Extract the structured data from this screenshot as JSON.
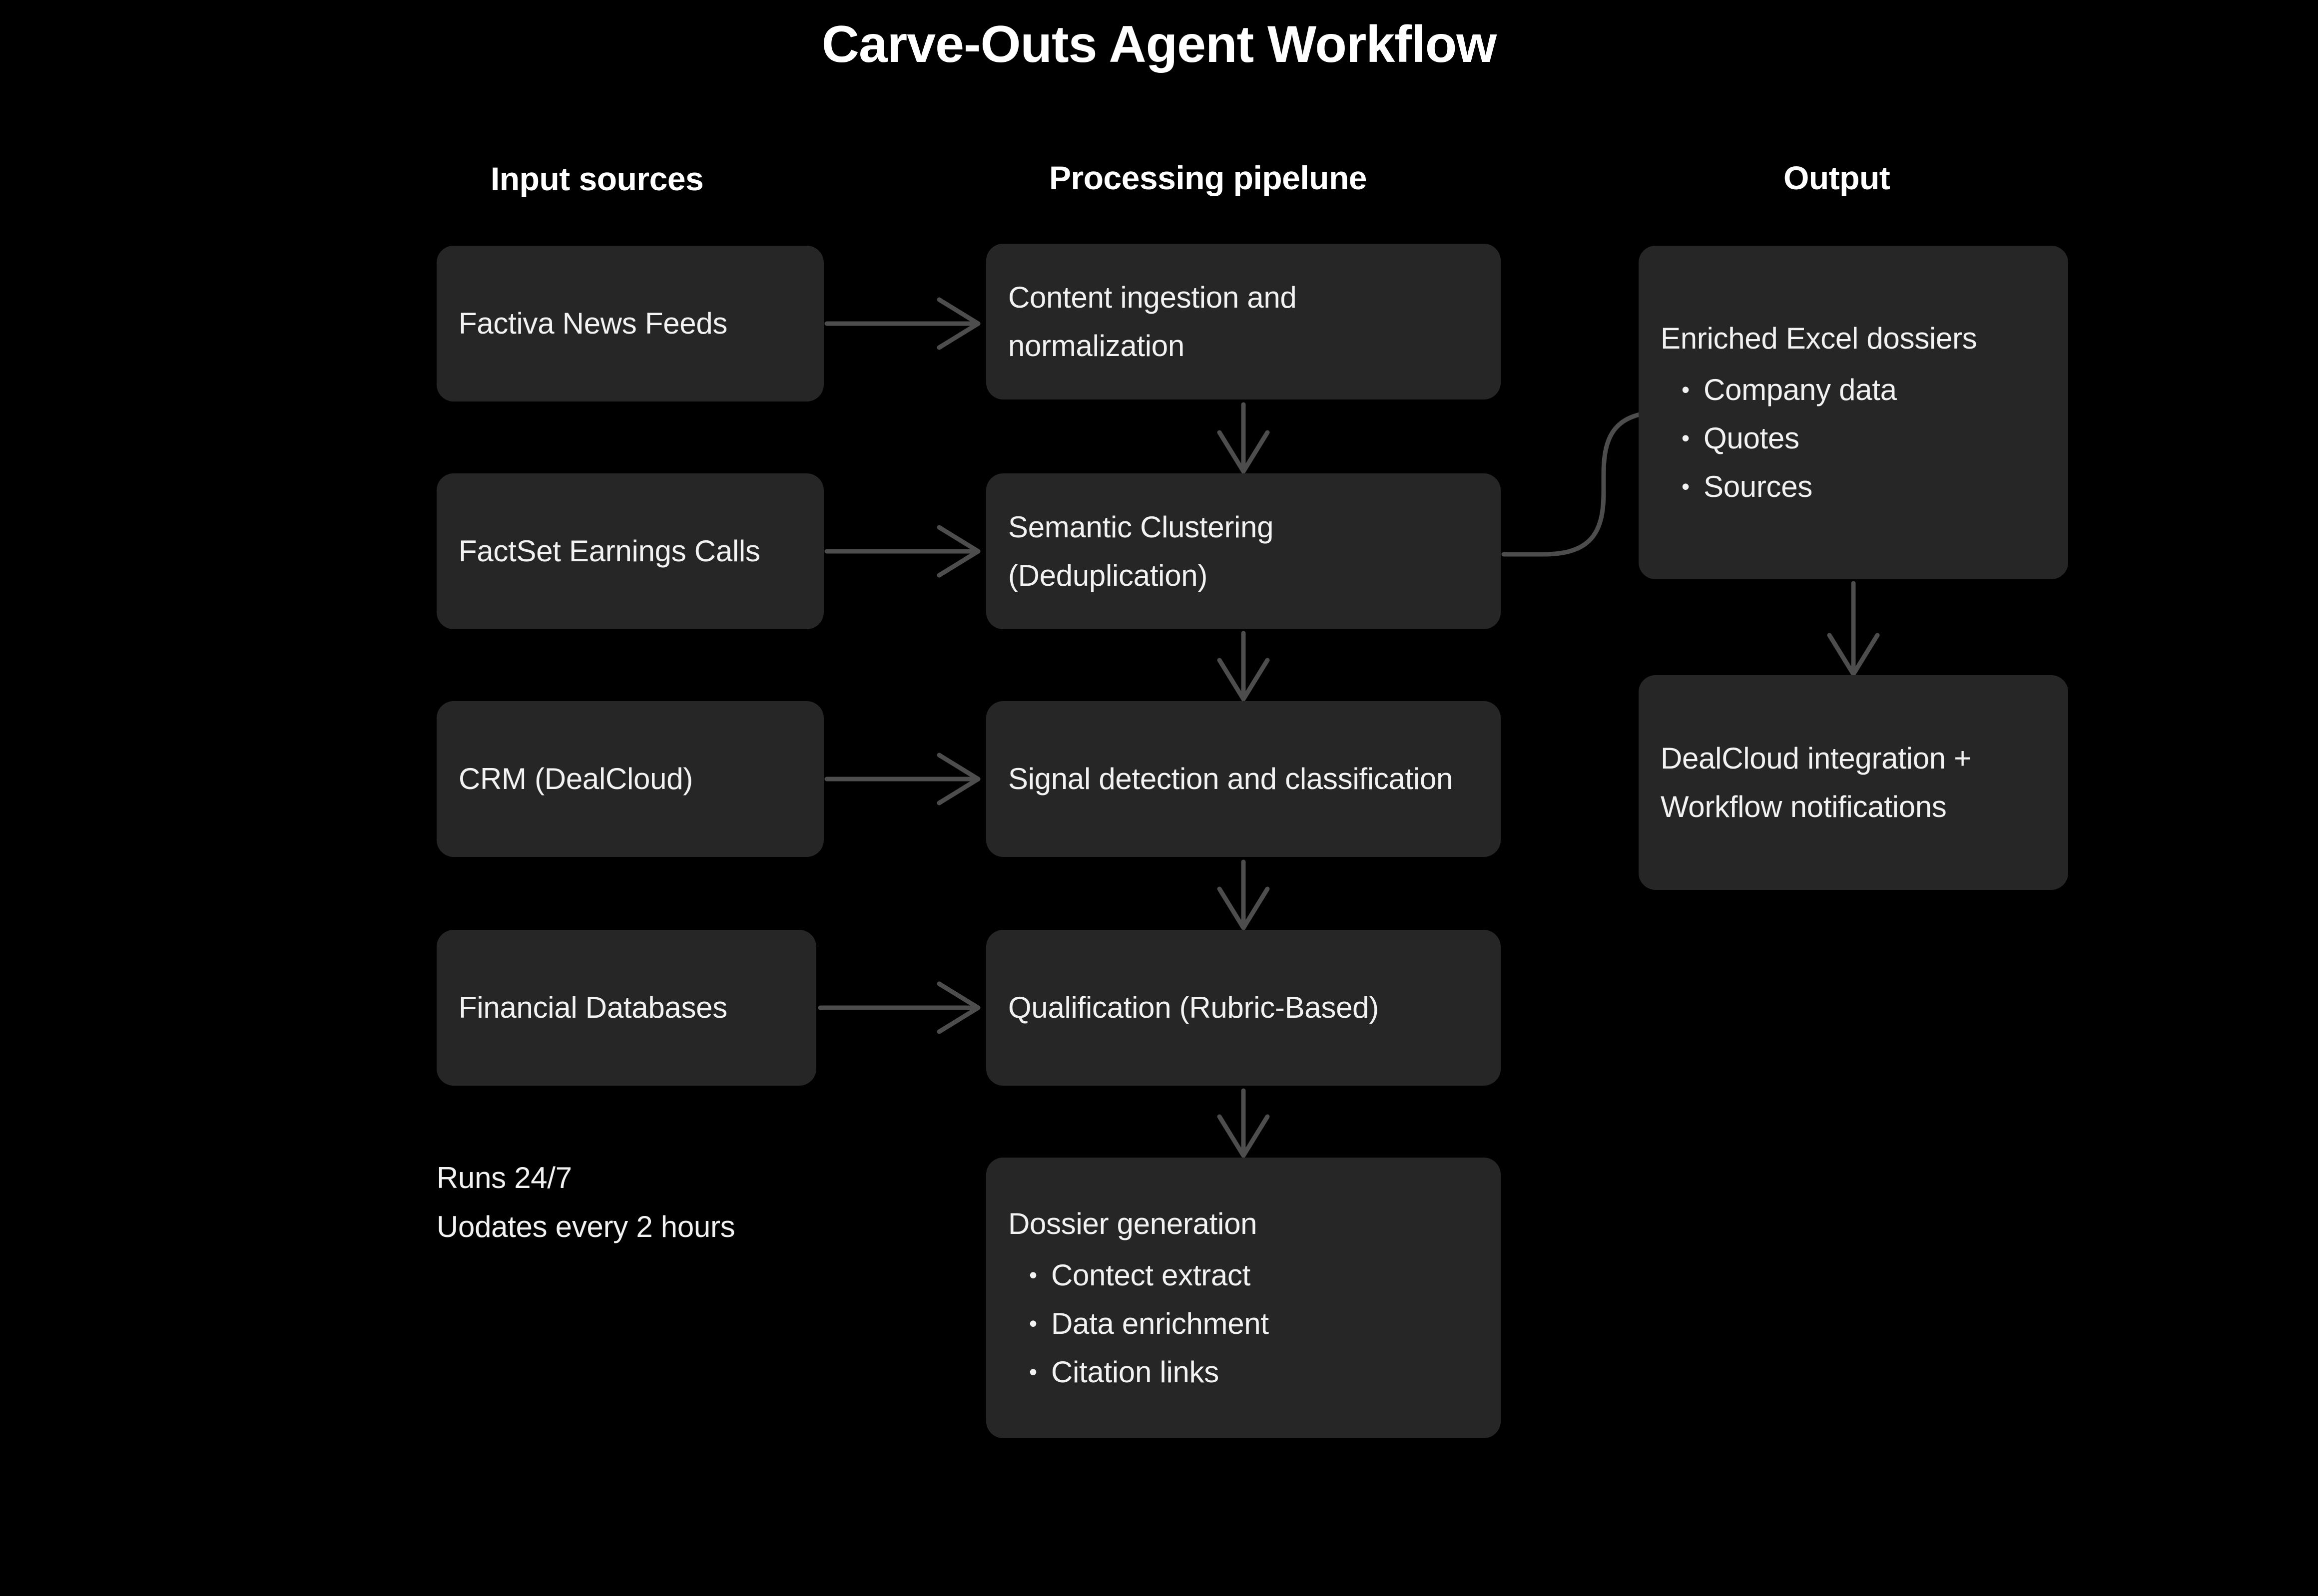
{
  "title": "Carve-Outs Agent Workflow",
  "columns": {
    "inputs": "Input sources",
    "pipeline": "Processing pipelune",
    "output": "Output"
  },
  "colors": {
    "background": "#000000",
    "node_fill": "#262626",
    "text": "#ffffff",
    "connector": "#4d4d4d"
  },
  "input_sources": [
    {
      "label": "Factiva News Feeds"
    },
    {
      "label": "FactSet Earnings Calls"
    },
    {
      "label": "CRM (DealCloud)"
    },
    {
      "label": "Financial Databases"
    }
  ],
  "status_note": {
    "line1": "Runs 24/7",
    "line2": "Uodates every 2 hours"
  },
  "pipeline_steps": [
    {
      "label": "Content ingestion and normalization"
    },
    {
      "label": "Semantic Clustering (Deduplication)"
    },
    {
      "label": "Signal detection and classification"
    },
    {
      "label": "Qualification (Rubric-Based)"
    },
    {
      "label": "Dossier generation",
      "bullets": [
        "Contect extract",
        "Data enrichment",
        "Citation links"
      ]
    }
  ],
  "outputs": [
    {
      "label": "Enriched Excel dossiers",
      "bullets": [
        "Company data",
        "Quotes",
        "Sources"
      ]
    },
    {
      "label": "DealCloud integration + Workflow notifications"
    }
  ]
}
